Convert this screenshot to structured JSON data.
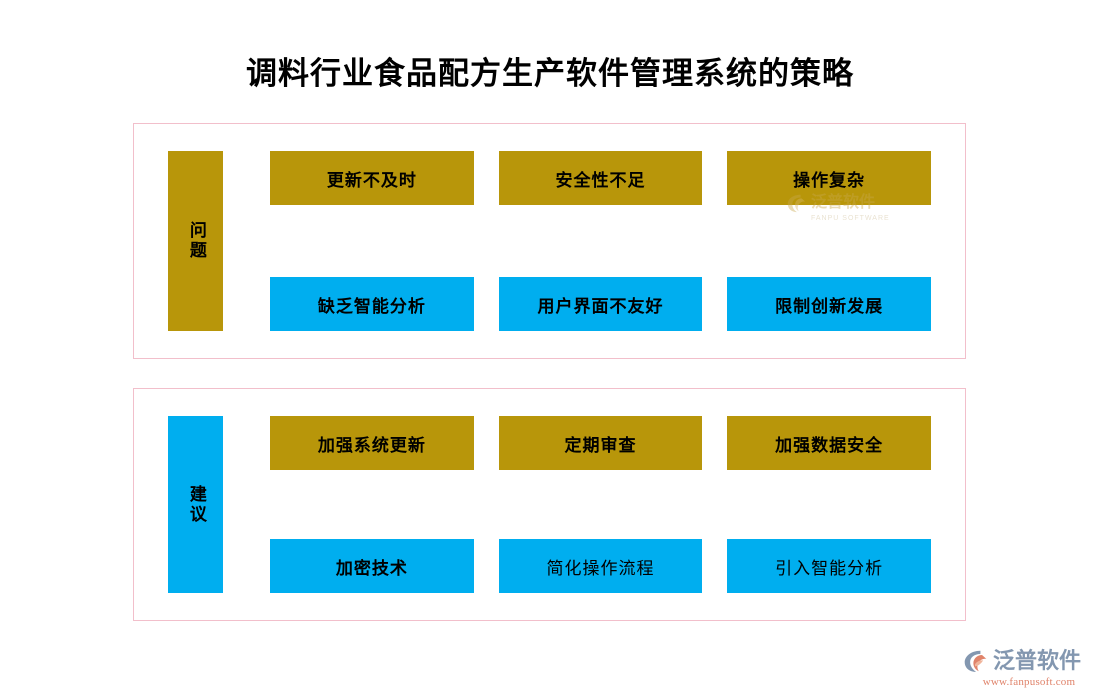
{
  "page": {
    "title": "调料行业食品配方生产软件管理系统的策略",
    "background": "#ffffff",
    "panel_border_color": "#f2bfcb",
    "gold": "#b8960a",
    "cyan": "#00aeef",
    "text_color": "#000000"
  },
  "panels": [
    {
      "label": "问题",
      "label_color": "#b8960a",
      "rows": [
        {
          "color": "#b8960a",
          "items": [
            {
              "text": "更新不及时",
              "weight": "bold"
            },
            {
              "text": "安全性不足",
              "weight": "bold"
            },
            {
              "text": "操作复杂",
              "weight": "bold"
            }
          ]
        },
        {
          "color": "#00aeef",
          "items": [
            {
              "text": "缺乏智能分析",
              "weight": "bold"
            },
            {
              "text": "用户界面不友好",
              "weight": "bold"
            },
            {
              "text": "限制创新发展",
              "weight": "bold"
            }
          ]
        }
      ]
    },
    {
      "label": "建议",
      "label_color": "#00aeef",
      "rows": [
        {
          "color": "#b8960a",
          "items": [
            {
              "text": "加强系统更新",
              "weight": "bold"
            },
            {
              "text": "定期审查",
              "weight": "bold"
            },
            {
              "text": "加强数据安全",
              "weight": "bold"
            }
          ]
        },
        {
          "color": "#00aeef",
          "items": [
            {
              "text": "加密技术",
              "weight": "bold"
            },
            {
              "text": "简化操作流程",
              "weight": "normal"
            },
            {
              "text": "引入智能分析",
              "weight": "normal"
            }
          ]
        }
      ]
    }
  ],
  "watermark": {
    "name": "泛普软件",
    "subtitle": "FANPU SOFTWARE"
  },
  "brand": {
    "name": "泛普软件",
    "url": "www.fanpusoft.com"
  }
}
